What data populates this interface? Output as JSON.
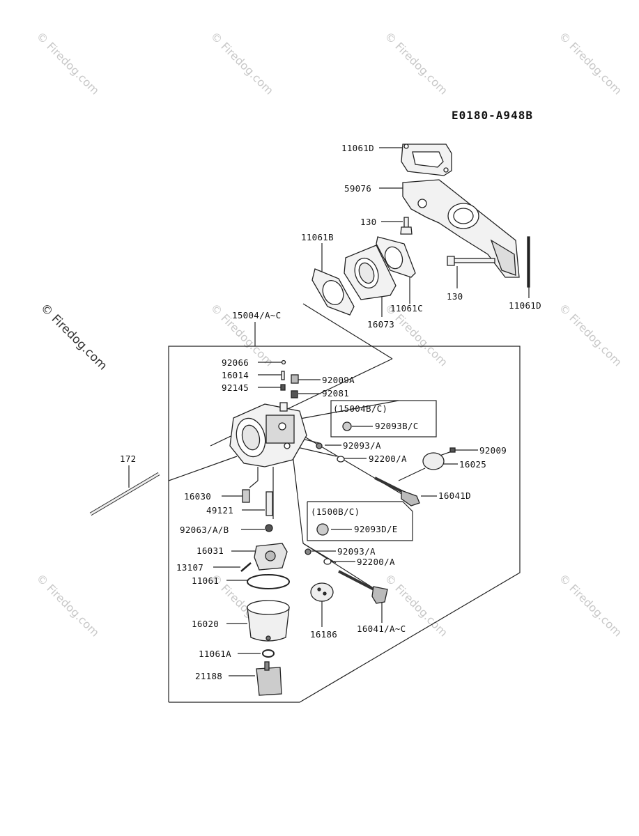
{
  "diagram_code": "E0180-A948B",
  "watermark": {
    "text": "© Firedog.com",
    "side_text": "© Firedog.com"
  },
  "labels": {
    "l_11061D_top": "11061D",
    "l_59076": "59076",
    "l_130_a": "130",
    "l_11061B": "11061B",
    "l_11061C": "11061C",
    "l_16073": "16073",
    "l_130_b": "130",
    "l_11061D_right": "11061D",
    "l_15004": "15004/A~C",
    "l_92066": "92066",
    "l_16014": "16014",
    "l_92145": "92145",
    "l_92009A": "92009A",
    "l_92081": "92081",
    "l_box1_title": "(15004B/C)",
    "l_92093BC": "92093B/C",
    "l_172": "172",
    "l_92093A_1": "92093/A",
    "l_92009": "92009",
    "l_92200A_1": "92200/A",
    "l_16025": "16025",
    "l_16041D": "16041D",
    "l_16030": "16030",
    "l_49121": "49121",
    "l_box2_title": "(1500B/C)",
    "l_92093DE": "92093D/E",
    "l_92063": "92063/A/B",
    "l_16031": "16031",
    "l_92093A_2": "92093/A",
    "l_13107": "13107",
    "l_92200A_2": "92200/A",
    "l_11061": "11061",
    "l_16020": "16020",
    "l_16186": "16186",
    "l_16041AC": "16041/A~C",
    "l_11061A": "11061A",
    "l_21188": "21188"
  },
  "colors": {
    "line": "#222222",
    "part_fill": "#f2f2f2",
    "part_shade": "#9a9a9a",
    "watermark": "#c8c8c8"
  }
}
